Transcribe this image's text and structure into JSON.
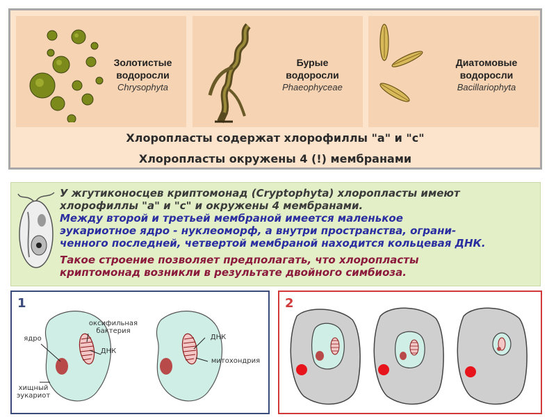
{
  "top": {
    "cards": [
      {
        "title_line1": "Золотистые",
        "title_line2": "водоросли",
        "latin": "Chrysophyta"
      },
      {
        "title_line1": "Бурые",
        "title_line2": "водоросли",
        "latin": "Phaeophyceae"
      },
      {
        "title_line1": "Диатомовые",
        "title_line2": "водоросли",
        "latin": "Bacillariophyta"
      }
    ],
    "line1": "Хлоропласты содержат хлорофиллы \"а\" и \"с\"",
    "line2": "Хлоропласты окружены 4 (!) мембранами"
  },
  "middle": {
    "lines": [
      "У жгутиконосцев криптомонад (Cryptophyta) хлоропласты имеют",
      "хлорофиллы \"а\" и \"с\" и окружены 4 мембранами.",
      "Между второй и третьей мембраной имеется маленькое",
      "эукариотное ядро - нуклеоморф, а внутри пространства, ограни-",
      "ченного последней, четвертой мембраной находится кольцевая ДНК.",
      "Такое строение позволяет предполагать, что хлоропласты",
      "криптомонад возникли в результате двойного симбиоза."
    ]
  },
  "panel1": {
    "number": "1",
    "labels": {
      "bacteria_1": "оксифильная",
      "bacteria_2": "бактерия",
      "nucleus": "ядро",
      "dna_left": "ДНК",
      "predator_1": "хищный",
      "predator_2": "эукариот",
      "dna_right": "ДНК",
      "mitochondrion": "митохондрия"
    }
  },
  "panel2": {
    "number": "2"
  },
  "colors": {
    "top_bg": "#fbe3cc",
    "card_bg": "#f6d3b2",
    "mid_bg": "#e3efc7",
    "text_blue": "#2a2ea0",
    "text_red": "#8b1a3d",
    "cell_fill": "#cfeee6",
    "nucleus": "#b84a4a",
    "panel1_border": "#3a4a7a",
    "panel2_border": "#d23a3a"
  }
}
